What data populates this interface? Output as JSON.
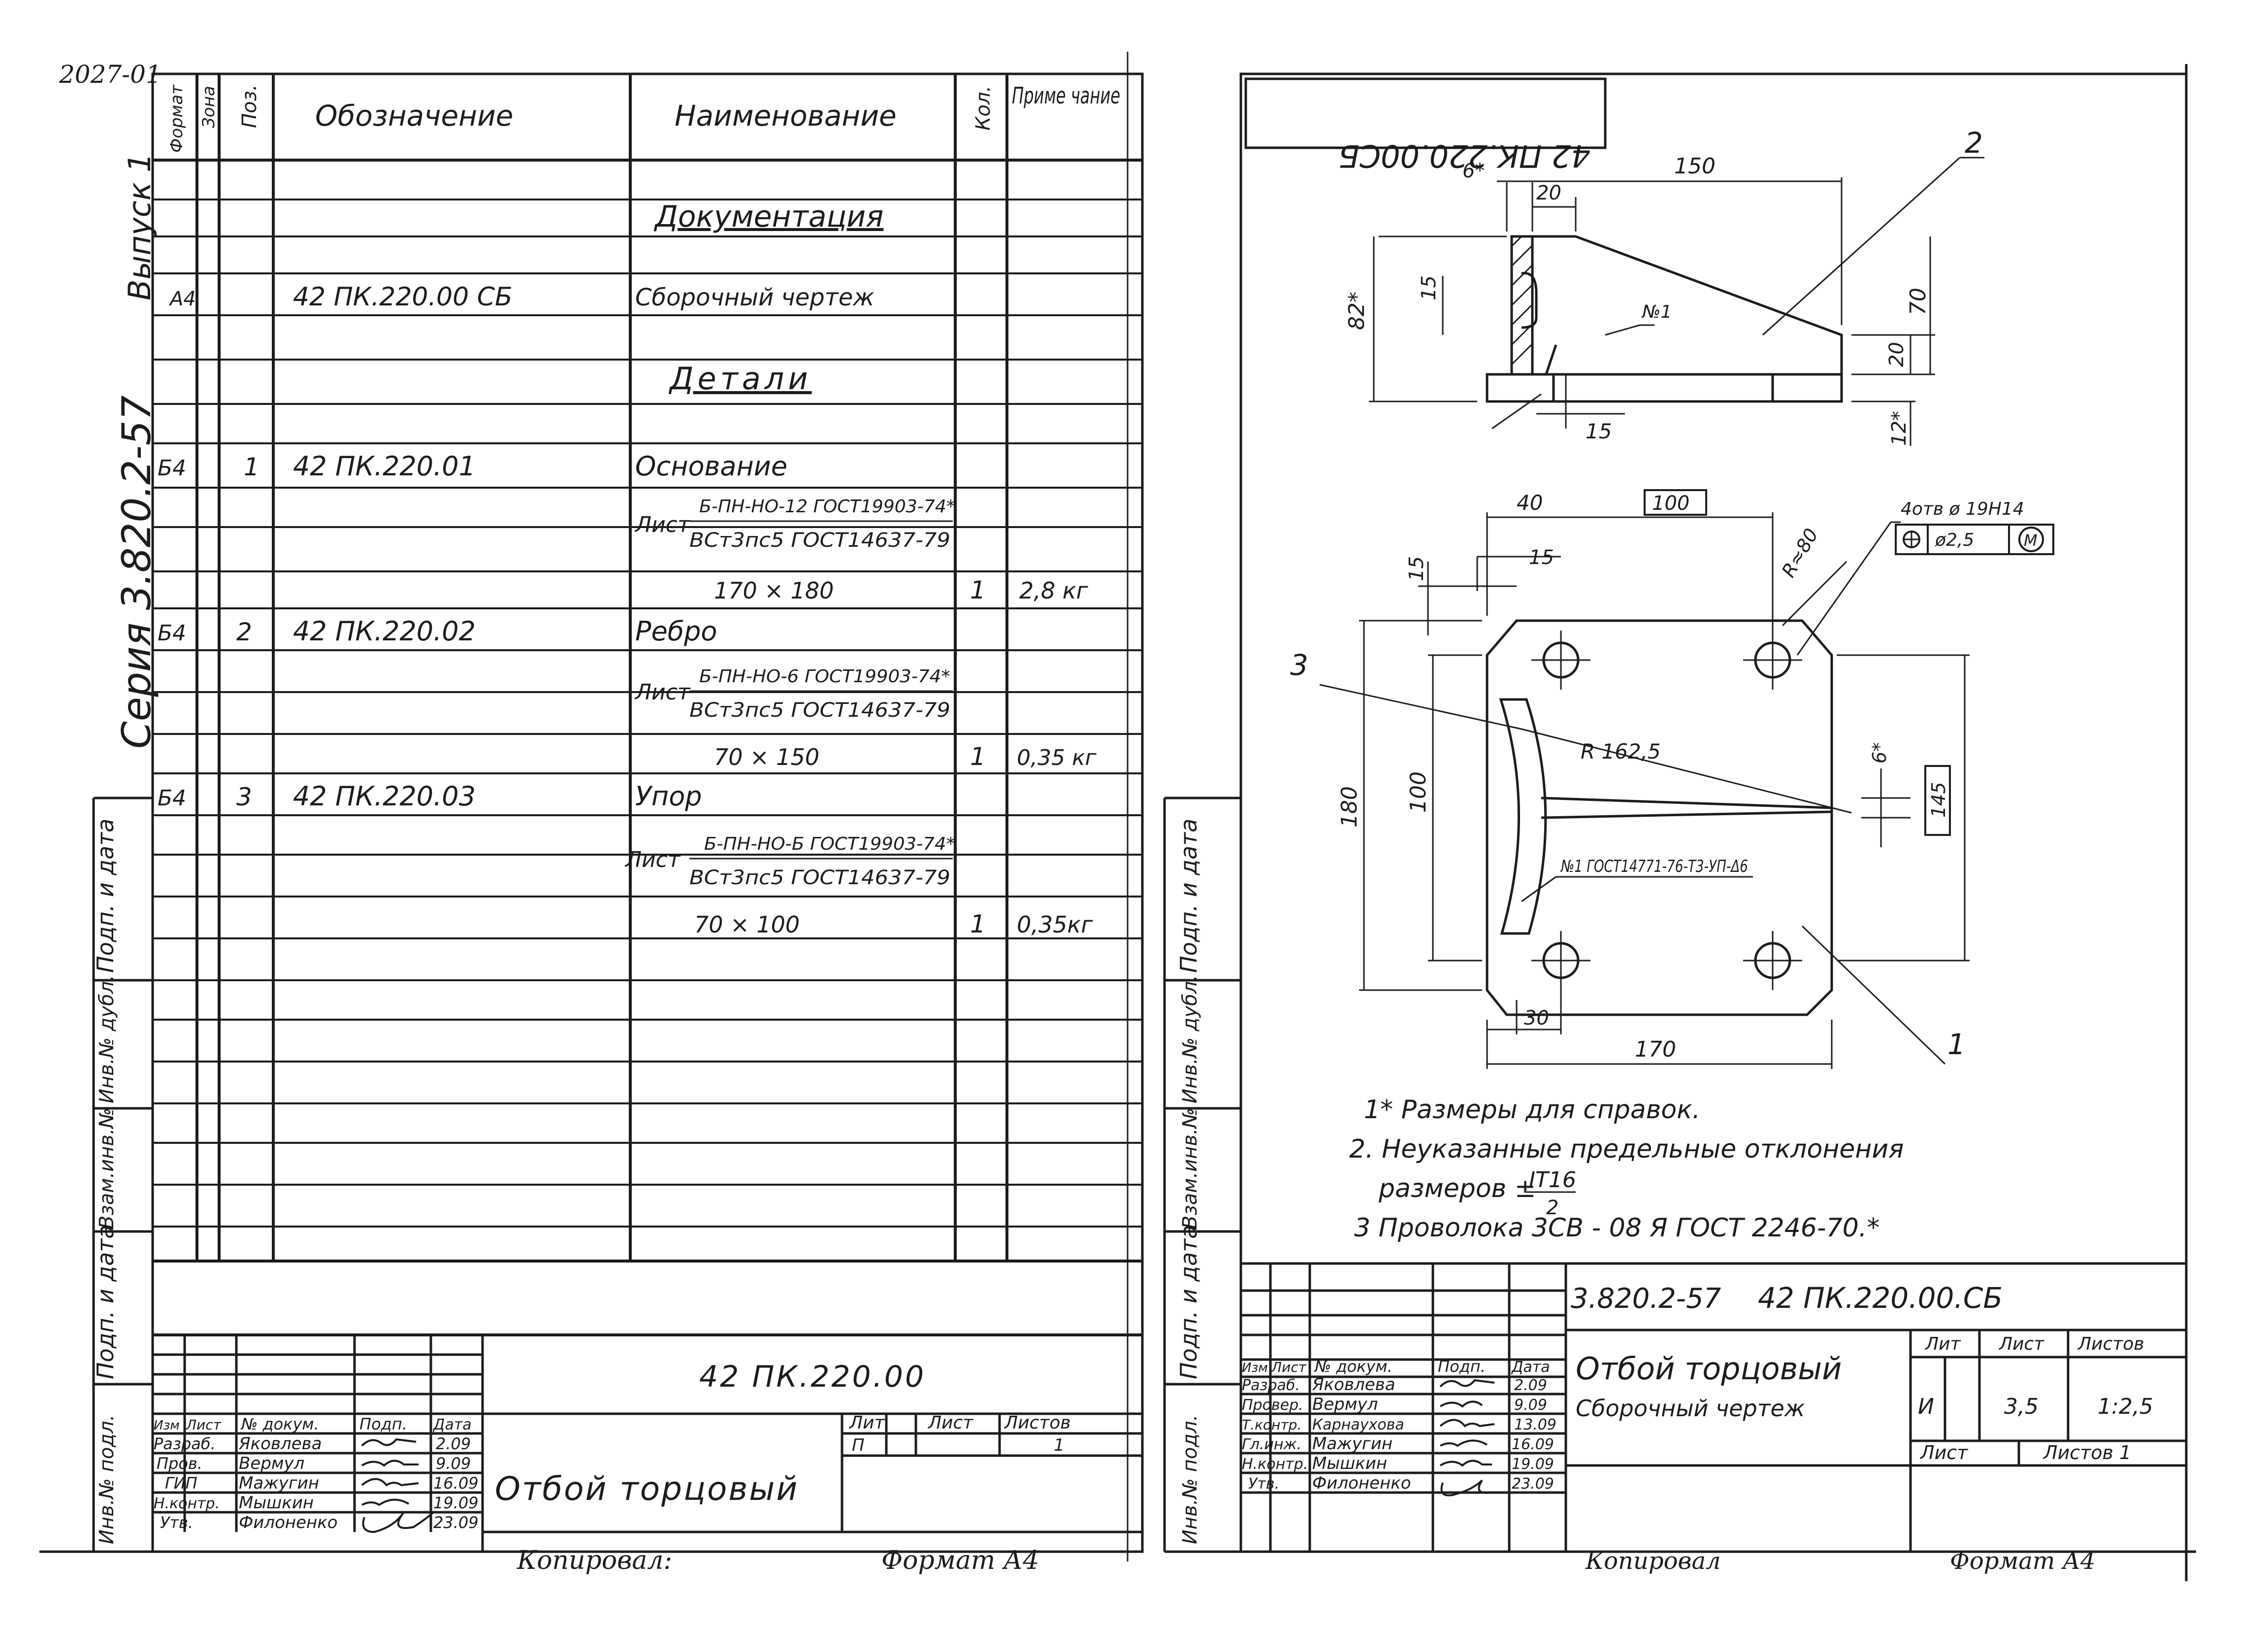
{
  "page_code": "2027-01",
  "left_sheet": {
    "side_labels": {
      "issue": "Выпуск 1",
      "series": "Серия 3.820.2-57",
      "sign_date": "Подп. и дата",
      "inv_dubl": "Инв.№ дубл.",
      "vzam_inv": "Взам.инв.№",
      "sign_date2": "Подп. и дата",
      "inv_podl": "Инв.№ подл."
    },
    "headers": {
      "format": "Формат",
      "zone": "Зона",
      "pos": "Поз.",
      "designation": "Обозначение",
      "name": "Наименование",
      "qty": "Кол.",
      "note": "Приме чание"
    },
    "rows": {
      "r_documentation": "Документация",
      "r_asm_format": "А4",
      "r_asm_code": "42 ПК.220.00 СБ",
      "r_asm_name": "Сборочный чертеж",
      "r_details": "Детали",
      "p1_format": "Б4",
      "p1_pos": "1",
      "p1_code": "42 ПК.220.01",
      "p1_name": "Основание",
      "p1_mat_word": "Лист",
      "p1_mat_top": "Б-ПН-НО-12 ГОСТ19903-74*",
      "p1_mat_bottom": "ВСт3пс5 ГОСТ14637-79",
      "p1_size": "170 × 180",
      "p1_qty": "1",
      "p1_mass": "2,8 кг",
      "p2_format": "Б4",
      "p2_pos": "2",
      "p2_code": "42 ПК.220.02",
      "p2_name": "Ребро",
      "p2_mat_word": "Лист",
      "p2_mat_top": "Б-ПН-НО-6 ГОСТ19903-74*",
      "p2_mat_bottom": "ВСт3пс5 ГОСТ14637-79",
      "p2_size": "70 × 150",
      "p2_qty": "1",
      "p2_mass": "0,35 кг",
      "p3_format": "Б4",
      "p3_pos": "3",
      "p3_code": "42 ПК.220.03",
      "p3_name": "Упор",
      "p3_mat_word": "Лист",
      "p3_mat_top": "Б-ПН-НО-Б ГОСТ19903-74*",
      "p3_mat_bottom": "ВСт3пс5 ГОСТ14637-79",
      "p3_size": "70 × 100",
      "p3_qty": "1",
      "p3_mass": "0,35кг"
    },
    "title_block": {
      "designation": "42 ПК.220.00",
      "title": "Отбой торцовый",
      "head_izm": "Изм",
      "head_list": "Лист",
      "head_doc": "№ докум.",
      "head_sign": "Подп.",
      "head_date": "Дата",
      "lit_label": "Лит",
      "sheet_label": "Лист",
      "sheets_label": "Листов",
      "lit_value": "П",
      "sheets_value": "1",
      "people": [
        {
          "role": "Разраб.",
          "name": "Яковлева",
          "date": "2.09"
        },
        {
          "role": "Пров.",
          "name": "Вермул",
          "date": "9.09"
        },
        {
          "role": "ГИП",
          "name": "Мажугин",
          "date": "16.09"
        },
        {
          "role": "Н.контр.",
          "name": "Мышкин",
          "date": "19.09"
        },
        {
          "role": "Утв.",
          "name": "Филоненко",
          "date": "23.09"
        }
      ]
    },
    "copied": "Копировал:",
    "format": "Формат А4"
  },
  "right_sheet": {
    "side_labels": {
      "sign_date": "Подп. и дата",
      "inv_dubl": "Инв.№ дубл.",
      "vzam_inv": "Взам.инв.№",
      "sign_date2": "Подп. и дата",
      "inv_podl": "Инв.№ подл."
    },
    "top_stamp": "42 ПК.220.00СБ",
    "dims": {
      "d150": "150",
      "d6a": "6*",
      "d20a": "20",
      "d82": "82*",
      "d15a": "15",
      "d70": "70",
      "d20b": "20",
      "d15b": "15",
      "d12": "12*",
      "weld1": "№1",
      "d40": "40",
      "d100box": "100",
      "d15c": "15",
      "d15d": "15",
      "r80": "R≈80",
      "holes": "4отв ø 19Н14",
      "pos_tol": "ø2,5",
      "pos_mod": "M",
      "r162": "R 162,5",
      "d6b": "6*",
      "d145": "145",
      "d180": "180",
      "d100": "100",
      "weld2": "№1 ГОСТ14771-76-Т3-УП-Δ6",
      "d30": "30",
      "d170": "170"
    },
    "callouts": {
      "c1": "1",
      "c2": "2",
      "c3": "3"
    },
    "notes": {
      "n1": "1* Размеры для справок.",
      "n2": "2. Неуказанные предельные отклонения",
      "n2b": "размеров ±",
      "n2c": "IT16",
      "n2d": "2",
      "n3": "3 Проволока  3СВ - 08 Я  ГОСТ 2246-70.*"
    },
    "title_block": {
      "series": "3.820.2-57",
      "designation": "42 ПК.220.00.СБ",
      "title": "Отбой торцовый",
      "subtitle": "Сборочный чертеж",
      "head_izm": "Изм",
      "head_list": "Лист",
      "head_doc": "№ докум.",
      "head_sign": "Подп.",
      "head_date": "Дата",
      "lit_label": "Лит",
      "mass_label": "Лист",
      "scale_label": "Листов",
      "lit_value": "И",
      "mass_value": "3,5",
      "scale_value": "1:2,5",
      "sheet_label": "Лист",
      "sheets_label": "Листов 1",
      "people": [
        {
          "role": "Разраб.",
          "name": "Яковлева",
          "date": "2.09"
        },
        {
          "role": "Провер.",
          "name": "Вермул",
          "date": "9.09"
        },
        {
          "role": "Т.контр.",
          "name": "Карнаухова",
          "date": "13.09"
        },
        {
          "role": "Гл.инж.",
          "name": "Мажугин",
          "date": "16.09"
        },
        {
          "role": "Н.контр.",
          "name": "Мышкин",
          "date": "19.09"
        },
        {
          "role": "Утв.",
          "name": "Филоненко",
          "date": "23.09"
        }
      ]
    },
    "copied": "Копировал",
    "format": "Формат А4"
  }
}
